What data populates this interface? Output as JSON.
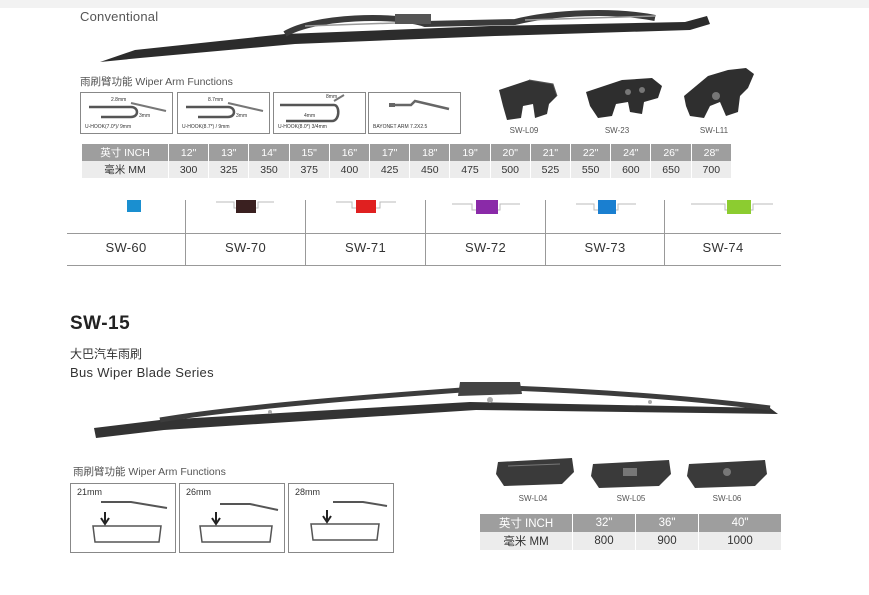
{
  "conventional": {
    "title": "Conventional",
    "functions_title": "雨刷臂功能 Wiper Arm Functions",
    "arms": [
      {
        "label": "U-HOOK(7.0*)/ 9mm",
        "measure_top": "2.8mm",
        "measure_side": "3mm"
      },
      {
        "label": "U-HOOK(8.7*) / 9mm",
        "measure_top": "8.7mm",
        "measure_side": "3mm"
      },
      {
        "label": "U-HOOK(8.0*) 3/4mm",
        "measure_top": "8mm",
        "measure_side": "4mm"
      },
      {
        "label": "BAYONET ARM  7.2X2.5",
        "measure_top": "",
        "measure_side": ""
      }
    ],
    "connectors": [
      {
        "code": "SW-L09",
        "icon": "adapter-clip-icon"
      },
      {
        "code": "SW-23",
        "icon": "adapter-clip-icon"
      },
      {
        "code": "SW-L11",
        "icon": "adapter-clip-icon"
      }
    ],
    "size_table": {
      "inch_label": "英寸  INCH",
      "mm_label": "毫米  MM",
      "inches": [
        "12\"",
        "13\"",
        "14\"",
        "15\"",
        "16\"",
        "17\"",
        "18\"",
        "19\"",
        "20\"",
        "21\"",
        "22\"",
        "24\"",
        "26\"",
        "28\""
      ],
      "mm": [
        "300",
        "325",
        "350",
        "375",
        "400",
        "425",
        "450",
        "475",
        "500",
        "525",
        "550",
        "600",
        "650",
        "700"
      ]
    }
  },
  "models": [
    {
      "code": "SW-60",
      "color": "#1a8fd0"
    },
    {
      "code": "SW-70",
      "color": "#3a2020"
    },
    {
      "code": "SW-71",
      "color": "#e02020"
    },
    {
      "code": "SW-72",
      "color": "#8a2aa8"
    },
    {
      "code": "SW-73",
      "color": "#1a7fd0"
    },
    {
      "code": "SW-74",
      "color": "#8ccc30"
    }
  ],
  "sw15": {
    "title": "SW-15",
    "subtitle_cn": "大巴汽车雨刷",
    "subtitle_en": "Bus  Wiper Blade Series",
    "functions_title": "雨刷臂功能 Wiper Arm Functions",
    "arms": [
      {
        "label": "21mm"
      },
      {
        "label": "26mm"
      },
      {
        "label": "28mm"
      }
    ],
    "connectors": [
      {
        "code": "SW-L04"
      },
      {
        "code": "SW-L05"
      },
      {
        "code": "SW-L06"
      }
    ],
    "size_table": {
      "inch_label": "英寸  INCH",
      "mm_label": "毫米  MM",
      "inches": [
        "32\"",
        "36\"",
        "40\""
      ],
      "mm": [
        "800",
        "900",
        "1000"
      ]
    }
  }
}
